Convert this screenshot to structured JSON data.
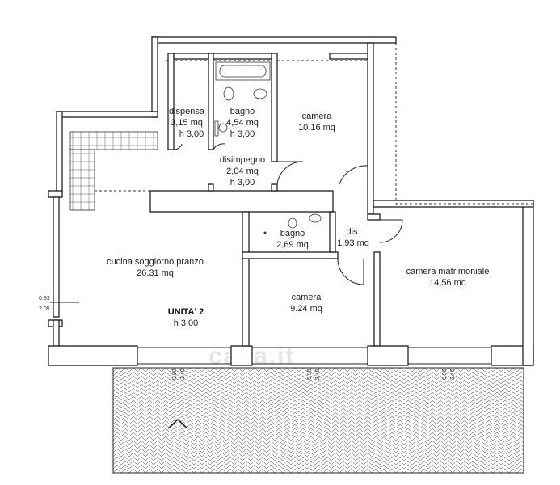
{
  "plan": {
    "rooms": [
      {
        "id": "dispensa",
        "name": "dispensa",
        "area": "3,15 mq",
        "height": "h 3,00"
      },
      {
        "id": "bagno-1",
        "name": "bagno",
        "area": "4,54 mq",
        "height": "h 3,00"
      },
      {
        "id": "camera-1",
        "name": "camera",
        "area": "10.16 mq"
      },
      {
        "id": "disimpegno",
        "name": "disimpegno",
        "area": "2,04 mq",
        "height": "h 3,00"
      },
      {
        "id": "bagno-2",
        "name": "bagno",
        "area": "2,69 mq"
      },
      {
        "id": "dis",
        "name": "dis.",
        "area": "1,93 mq"
      },
      {
        "id": "cucina",
        "name": "cucina soggiorno pranzo",
        "area": "26.31 mq"
      },
      {
        "id": "camera-2",
        "name": "camera",
        "area": "9.24 mq"
      },
      {
        "id": "camera-matrimoniale",
        "name": "camera matrimoniale",
        "area": "14,56 mq"
      }
    ],
    "unit": {
      "name": "UNITA' 2",
      "height": "h 3,00"
    },
    "window_dims": {
      "left_top": "0.93",
      "left_bottom": "2.05",
      "sill": "0.90",
      "height": "2.40"
    },
    "watermark": "casa.it",
    "colors": {
      "wall": "#111111",
      "terrace_pattern": "#666666",
      "background": "#ffffff"
    }
  }
}
